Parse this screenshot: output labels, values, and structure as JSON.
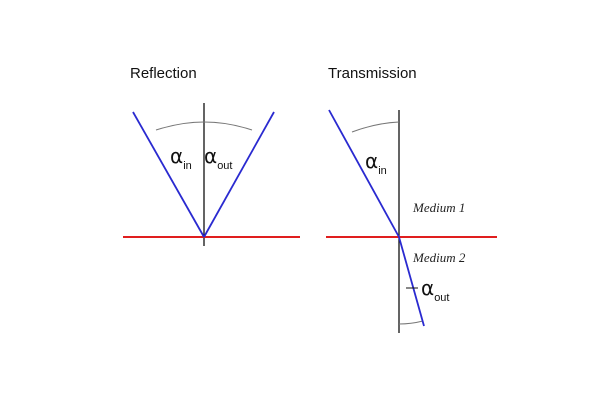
{
  "reflection": {
    "title": "Reflection",
    "angle_in": {
      "symbol": "α",
      "subscript": "in"
    },
    "angle_out": {
      "symbol": "α",
      "subscript": "out"
    }
  },
  "transmission": {
    "title": "Transmission",
    "angle_in": {
      "symbol": "α",
      "subscript": "in"
    },
    "angle_out": {
      "symbol": "α",
      "subscript": "out"
    },
    "medium_1": "Medium 1",
    "medium_2": "Medium 2"
  },
  "colors": {
    "interface": "#e01e1e",
    "ray": "#2a2ad0",
    "normal": "#111111",
    "arc": "#777777"
  }
}
